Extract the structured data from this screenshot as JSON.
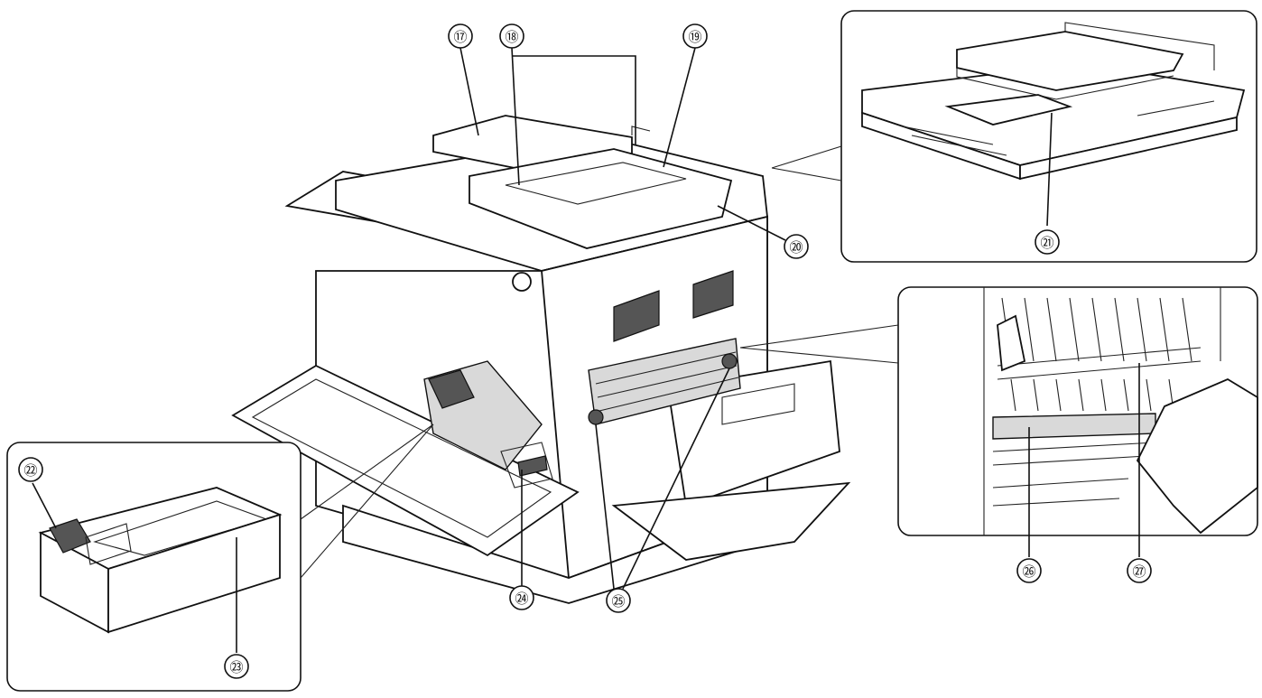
{
  "callouts": {
    "c17": "⑰",
    "c18": "⑱",
    "c19": "⑲",
    "c20": "⑳",
    "c21": "㉑",
    "c22": "㉒",
    "c23": "㉓",
    "c24": "㉔",
    "c25": "㉕",
    "c26": "㉖",
    "c27": "㉗"
  }
}
